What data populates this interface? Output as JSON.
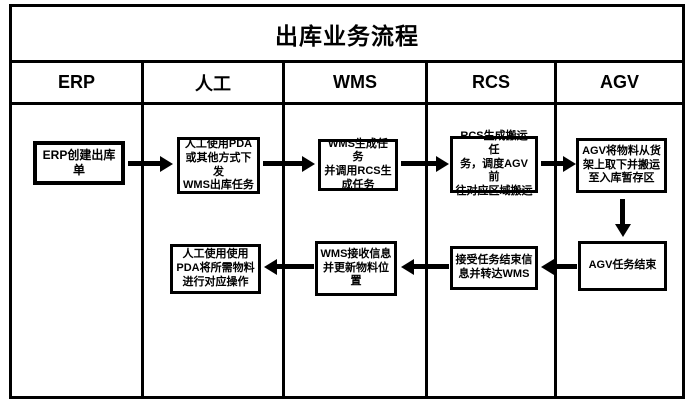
{
  "title": "出库业务流程",
  "lanes": [
    {
      "id": "erp",
      "label": "ERP"
    },
    {
      "id": "manual",
      "label": "人工"
    },
    {
      "id": "wms",
      "label": "WMS"
    },
    {
      "id": "rcs",
      "label": "RCS"
    },
    {
      "id": "agv",
      "label": "AGV"
    }
  ],
  "nodes": {
    "erp_create": "ERP创建出库单",
    "manual_issue": "人工使用PDA\n或其他方式下发\nWMS出库任务",
    "wms_generate": "WMS生成任务\n并调用RCS生\n成任务",
    "rcs_dispatch": "RCS生成搬运任\n务，调度AGV前\n往对应区域搬运",
    "agv_carry": "AGV将物料从货\n架上取下并搬运\n至入库暂存区",
    "agv_end": "AGV任务结束",
    "rcs_receive": "接受任务结束信\n息并转达WMS",
    "wms_update": "WMS接收信息\n并更新物料位\n置",
    "manual_operate": "人工使用使用\nPDA将所需物料\n进行对应操作"
  },
  "colors": {
    "line": "#000000",
    "background": "#ffffff"
  }
}
